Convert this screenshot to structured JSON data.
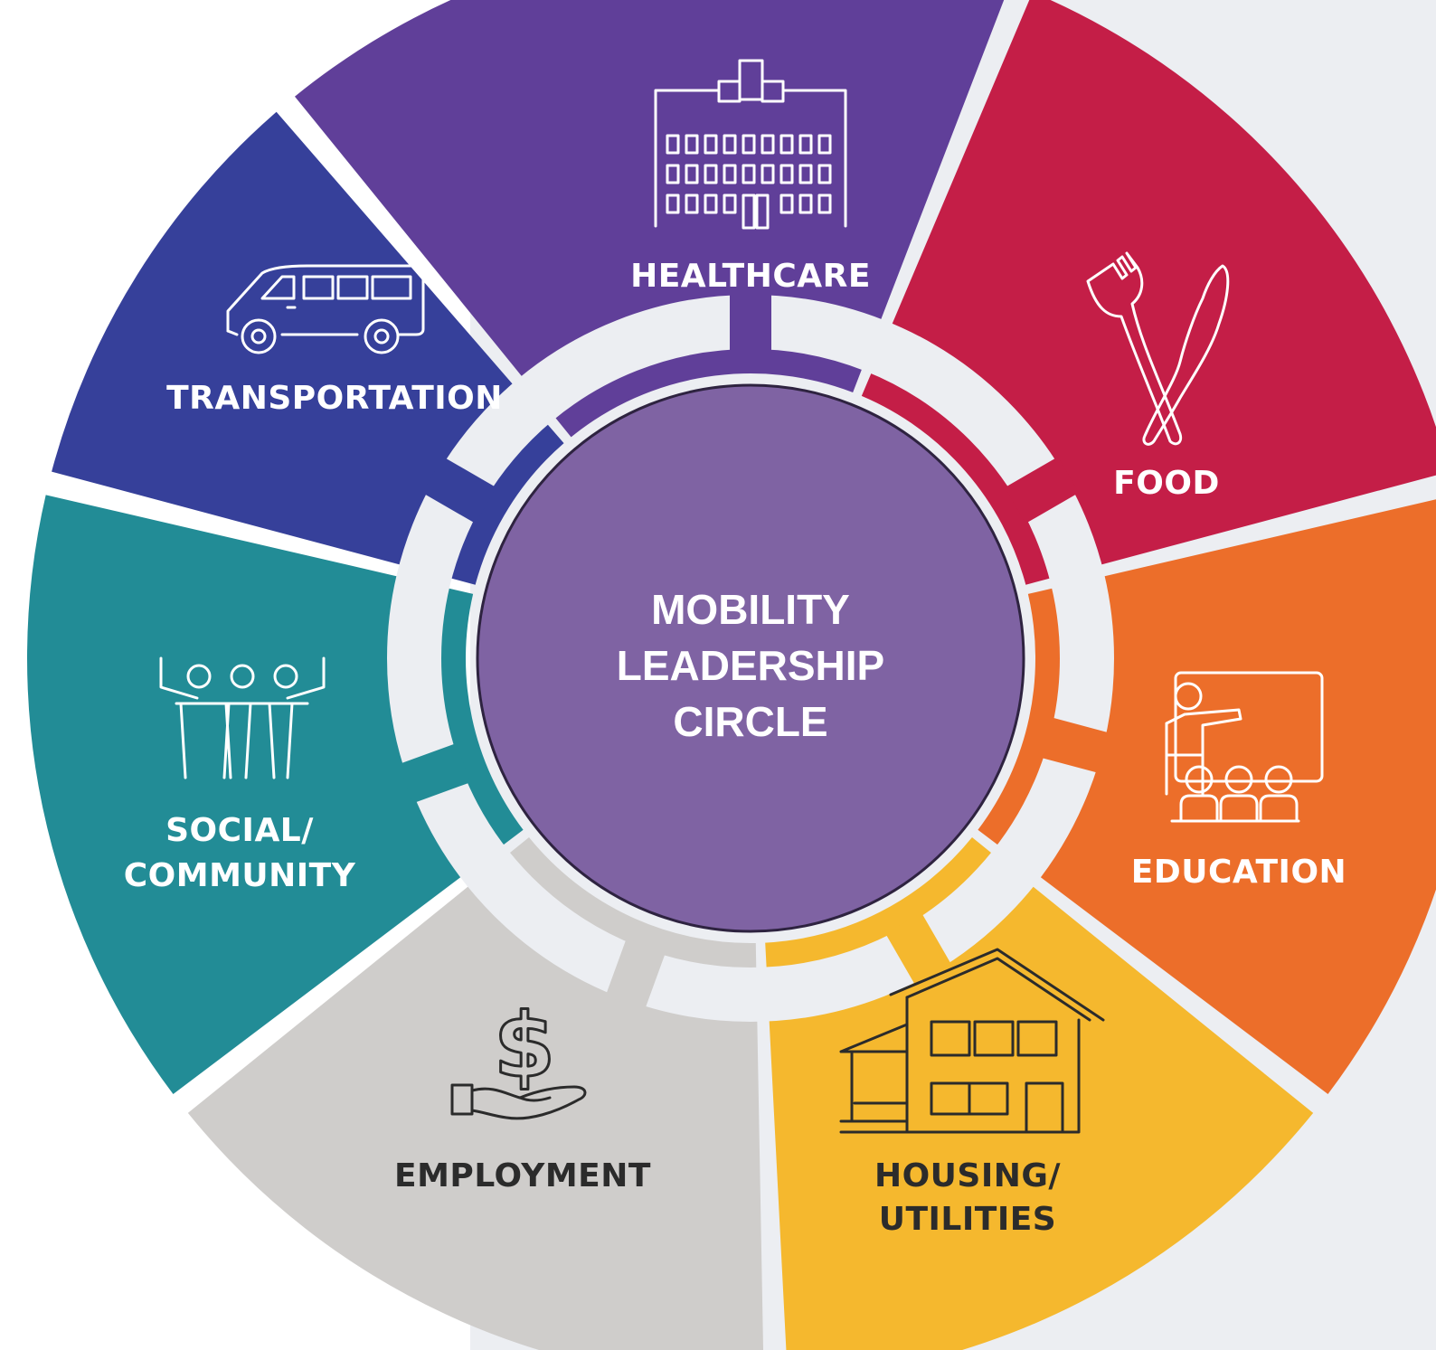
{
  "center": {
    "lines": [
      "MOBILITY",
      "LEADERSHIP",
      "CIRCLE"
    ],
    "color": "#7f63a3"
  },
  "segments": [
    {
      "id": "healthcare",
      "label": [
        "HEALTHCARE"
      ],
      "color": "#603f99",
      "text_color": "#ffffff",
      "icon": "hospital-icon"
    },
    {
      "id": "food",
      "label": [
        "FOOD"
      ],
      "color": "#c41e47",
      "text_color": "#ffffff",
      "icon": "fork-knife-icon"
    },
    {
      "id": "education",
      "label": [
        "EDUCATION"
      ],
      "color": "#ec6e2a",
      "text_color": "#ffffff",
      "icon": "classroom-icon"
    },
    {
      "id": "housing",
      "label": [
        "HOUSING/",
        "UTILITIES"
      ],
      "color": "#f5b82e",
      "text_color": "#2b2b2b",
      "icon": "house-icon"
    },
    {
      "id": "employment",
      "label": [
        "EMPLOYMENT"
      ],
      "color": "#cfcdcb",
      "text_color": "#2b2b2b",
      "icon": "money-hand-icon"
    },
    {
      "id": "social",
      "label": [
        "SOCIAL/",
        "COMMUNITY"
      ],
      "color": "#228c96",
      "text_color": "#ffffff",
      "icon": "people-group-icon"
    },
    {
      "id": "transportation",
      "label": [
        "TRANSPORTATION"
      ],
      "color": "#36409a",
      "text_color": "#ffffff",
      "icon": "van-icon"
    }
  ]
}
